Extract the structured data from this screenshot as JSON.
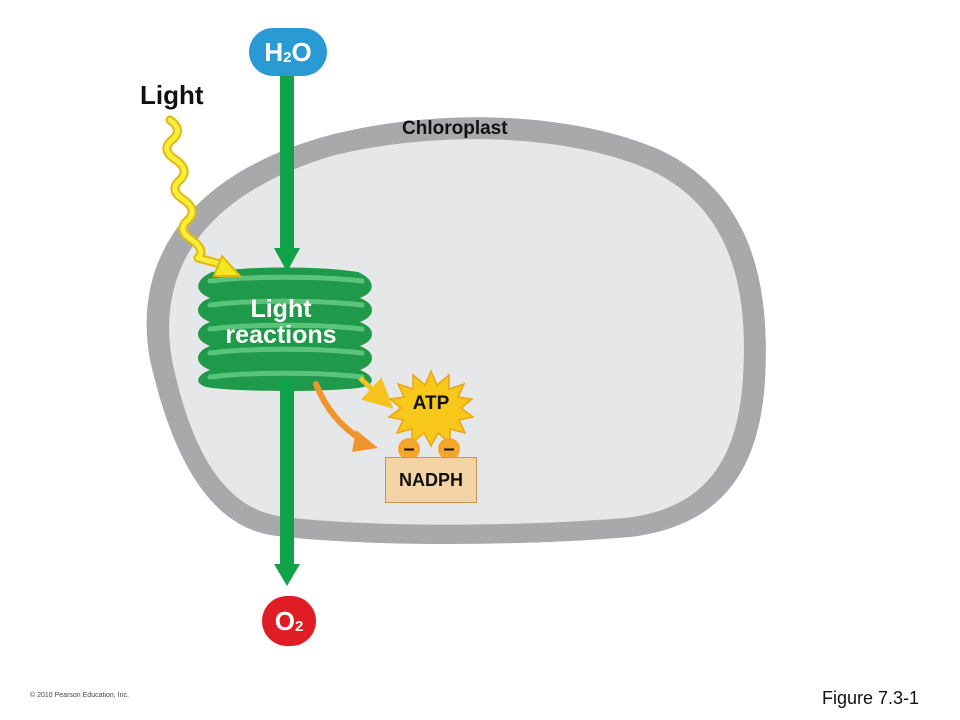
{
  "labels": {
    "light": "Light",
    "chloroplast": "Chloroplast",
    "light_reactions_line1": "Light",
    "light_reactions_line2": "reactions",
    "atp": "ATP",
    "nadph": "NADPH",
    "minus_sign": "–"
  },
  "molecules": {
    "water": {
      "main": "H",
      "subscript": "2",
      "tail": "O"
    },
    "oxygen": {
      "main": "O",
      "subscript": "2"
    }
  },
  "footer": {
    "copyright": "© 2010 Pearson Education, Inc.",
    "figure": "Figure 7.3-1"
  },
  "colors": {
    "chloroplast_outer": "#a8a9ab",
    "chloroplast_inner": "#e6e7e8",
    "thylakoid": "#1f9a4a",
    "main_arrow": "#0fa24a",
    "light_wave": "#f2e61e",
    "atp_star": "#f7c719",
    "orange_arrow": "#f0952e",
    "yellow_arrow": "#f6c21c",
    "water": "#2a9ad4",
    "oxygen": "#e01c24",
    "nadph_box": "#f4d3a4"
  }
}
